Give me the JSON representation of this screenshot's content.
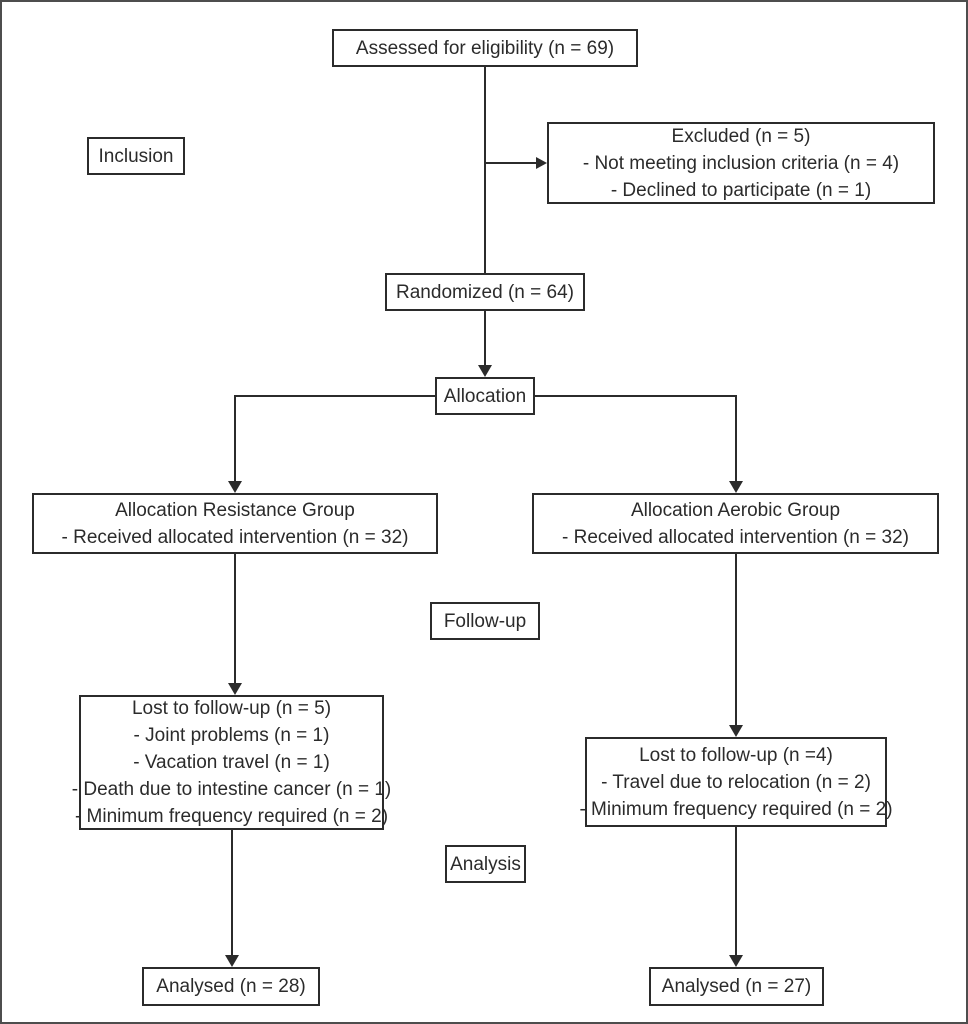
{
  "diagram": {
    "title": "CONSORT participant flow diagram",
    "colors": {
      "background": "#ffffff",
      "box_border": "#2b2b2b",
      "text": "#2b2b2b",
      "line": "#2b2b2b",
      "outer_frame": "#4d4d4d"
    },
    "assessed": {
      "text": "Assessed for eligibility (n = 69)"
    },
    "stage_labels": {
      "inclusion": "Inclusion",
      "allocation": "Allocation",
      "followup": "Follow-up",
      "analysis": "Analysis"
    },
    "excluded": {
      "title": "Excluded (n = 5)",
      "items": [
        "- Not meeting inclusion criteria (n = 4)",
        "- Declined to participate (n = 1)"
      ]
    },
    "randomized": {
      "text": "Randomized (n = 64)"
    },
    "allocation_resistance": {
      "title": "Allocation Resistance Group",
      "items": [
        "- Received allocated intervention (n = 32)"
      ]
    },
    "allocation_aerobic": {
      "title": "Allocation Aerobic Group",
      "items": [
        "- Received allocated intervention (n = 32)"
      ]
    },
    "lost_resistance": {
      "title": "Lost to follow-up (n = 5)",
      "items": [
        "- Joint problems (n = 1)",
        "- Vacation travel (n = 1)",
        "- Death due to intestine cancer (n = 1)",
        "- Minimum frequency required (n = 2)"
      ]
    },
    "lost_aerobic": {
      "title": "Lost to follow-up (n =4)",
      "items": [
        "- Travel due to relocation (n = 2)",
        "- Minimum frequency required (n = 2)"
      ]
    },
    "analysed_resistance": {
      "text": "Analysed (n = 28)"
    },
    "analysed_aerobic": {
      "text": "Analysed (n = 27)"
    }
  }
}
